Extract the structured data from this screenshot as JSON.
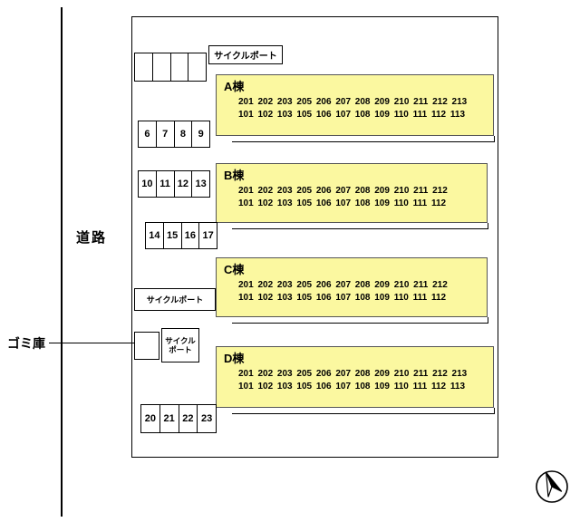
{
  "road": {
    "label": "道路"
  },
  "garbage": {
    "label": "ゴミ庫"
  },
  "cycle_ports": {
    "top": "サイクルポート",
    "middle": "サイクルポート",
    "small_line1": "サイクル",
    "small_line2": "ポート"
  },
  "parking": {
    "groups": [
      {
        "numbers": [
          "6",
          "7",
          "8",
          "9"
        ]
      },
      {
        "numbers": [
          "10",
          "11",
          "12",
          "13"
        ]
      },
      {
        "numbers": [
          "14",
          "15",
          "16",
          "17"
        ]
      },
      {
        "numbers": [
          "20",
          "21",
          "22",
          "23"
        ]
      }
    ]
  },
  "buildings": [
    {
      "name": "A棟",
      "floor2": "201 202 203 205 206 207 208 209 210 211 212 213",
      "floor1": "101 102 103 105 106 107 108 109 110 111 112 113"
    },
    {
      "name": "B棟",
      "floor2": "201 202 203 205 206 207 208 209 210 211 212",
      "floor1": "101 102 103 105 106 107 108 109 110 111 112"
    },
    {
      "name": "C棟",
      "floor2": "201 202 203 205 206 207 208 209 210 211 212",
      "floor1": "101 102 103 105 106 107 108 109 110 111 112"
    },
    {
      "name": "D棟",
      "floor2": "201 202 203 205 206 207 208 209 210 211 212 213",
      "floor1": "101 102 103 105 106 107 108 109 110 111 112 113"
    }
  ],
  "icons": {
    "compass": "compass-north-arrow"
  },
  "colors": {
    "building_fill": "#FBF8A0",
    "line": "#000000",
    "background": "#FFFFFF"
  }
}
